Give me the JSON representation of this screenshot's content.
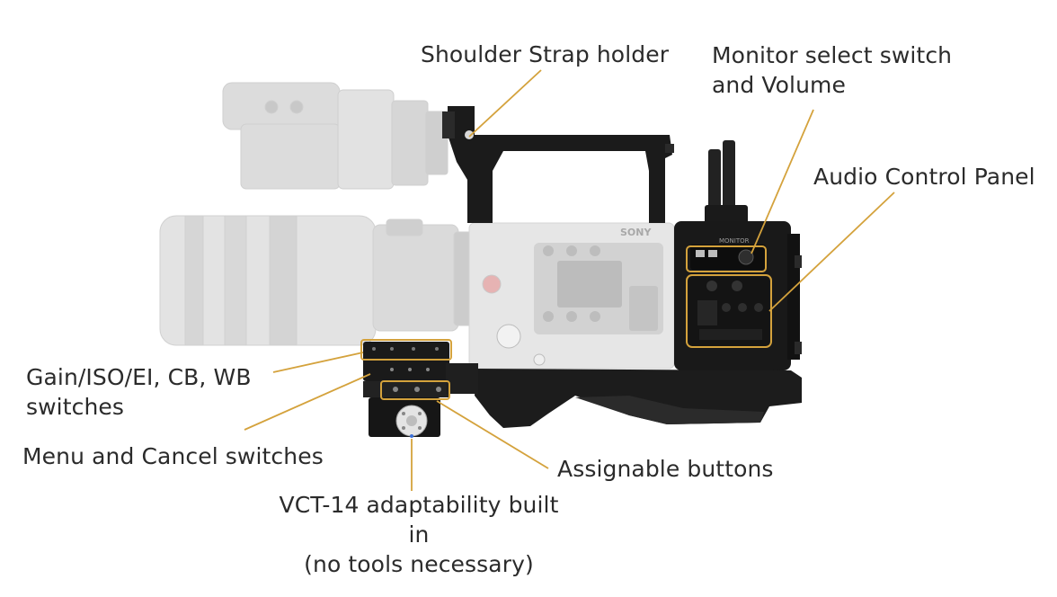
{
  "labels": {
    "shoulder_strap": "Shoulder Strap holder",
    "monitor_select": "Monitor select switch\nand Volume",
    "audio_panel": "Audio Control Panel",
    "gain_switches": "Gain/ISO/EI, CB, WB\nswitches",
    "menu_cancel": "Menu and Cancel switches",
    "assignable": "Assignable buttons",
    "vct14": "VCT-14 adaptability built in\n(no tools necessary)"
  },
  "camera_markings": {
    "brand": "SONY",
    "monitor_panel": "MONITOR"
  },
  "colors": {
    "callout": "#d4a23c",
    "text": "#2b2b2b",
    "body_dark": "#161616",
    "body_faded": "#d9d9d9"
  }
}
